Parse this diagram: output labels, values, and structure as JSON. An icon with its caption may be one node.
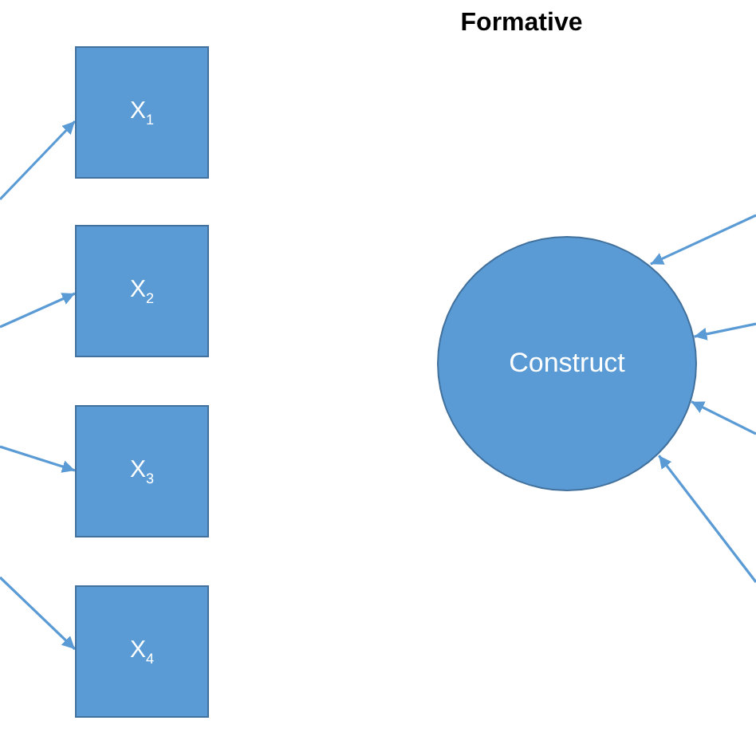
{
  "diagram": {
    "title": "Formative",
    "nodes": [
      {
        "text": [
          "X$_{1}$"
        ]
      },
      {
        "text": [
          "X$_{2}$"
        ]
      },
      {
        "text": [
          "X$_{3}$"
        ]
      },
      {
        "text": [
          "X$_{4}$"
        ]
      },
      {
        "text": [
          "Construct"
        ]
      }
    ],
    "edges": [
      {
        "from": null,
        "to": 0,
        "arrow": "to"
      },
      {
        "from": null,
        "to": 1,
        "arrow": "to"
      },
      {
        "from": null,
        "to": 2,
        "arrow": "to"
      },
      {
        "from": null,
        "to": 3,
        "arrow": "to"
      },
      {
        "from": null,
        "to": 4,
        "arrow": "to"
      },
      {
        "from": null,
        "to": 4,
        "arrow": "to"
      },
      {
        "from": null,
        "to": 4,
        "arrow": "to"
      },
      {
        "from": null,
        "to": 4,
        "arrow": "to"
      }
    ]
  }
}
